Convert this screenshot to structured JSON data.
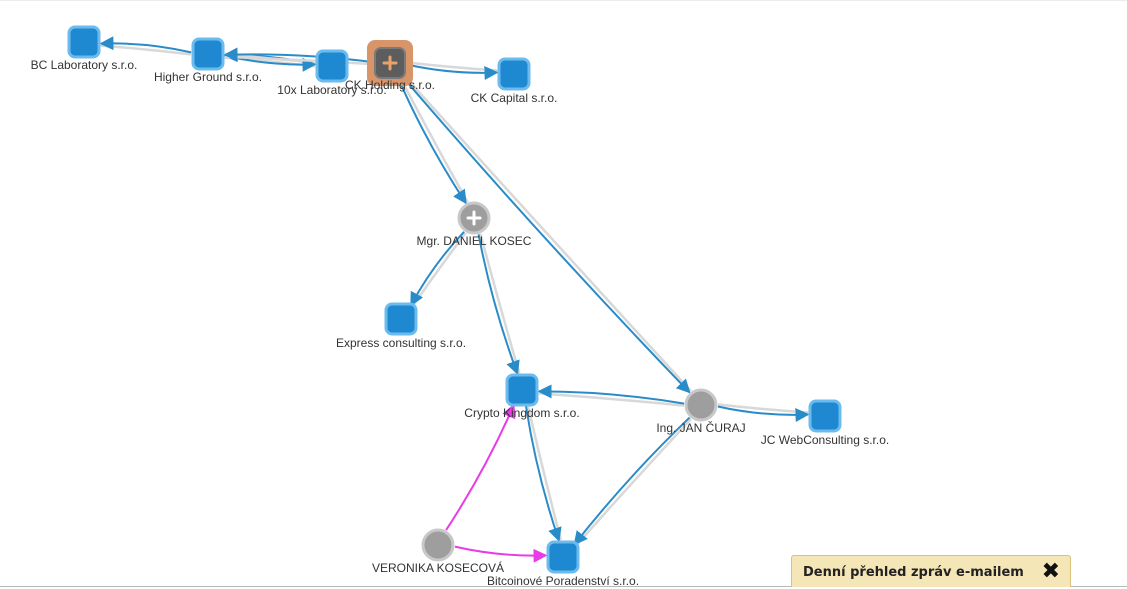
{
  "graph": {
    "colors": {
      "company_fill": "#1e88d0",
      "company_border": "#6cbbee",
      "person_fill": "#9e9e9e",
      "person_border": "#c8c8c8",
      "selected_halo": "#d9956a",
      "selected_fill": "#5d5d5d",
      "plus_color": "#e9a26c",
      "edge_blue": "#2a8bc9",
      "edge_gray": "#d8d8d8",
      "edge_magenta": "#e83ce8"
    },
    "nodes": [
      {
        "id": "bc",
        "type": "company",
        "label": "BC Laboratory s.r.o."
      },
      {
        "id": "hg",
        "type": "company",
        "label": "Higher Ground s.r.o."
      },
      {
        "id": "x10",
        "type": "company",
        "label": "10x Laboratory s.r.o."
      },
      {
        "id": "ckh",
        "type": "company",
        "label": "CK Holding s.r.o.",
        "selected": true,
        "expandable": true
      },
      {
        "id": "ckc",
        "type": "company",
        "label": "CK Capital s.r.o."
      },
      {
        "id": "dk",
        "type": "person",
        "label": "Mgr. DANIEL KOSEC",
        "expandable": true
      },
      {
        "id": "exp",
        "type": "company",
        "label": "Express consulting s.r.o."
      },
      {
        "id": "crk",
        "type": "company",
        "label": "Crypto Kingdom s.r.o."
      },
      {
        "id": "jc",
        "type": "person",
        "label": "Ing. JAN ČURAJ"
      },
      {
        "id": "jcw",
        "type": "company",
        "label": "JC WebConsulting s.r.o."
      },
      {
        "id": "vk",
        "type": "person",
        "label": "VERONIKA KOSECOVÁ"
      },
      {
        "id": "bpo",
        "type": "company",
        "label": "Bitcoinové Poradenství s.r.o."
      }
    ],
    "edges": [
      {
        "from": "hg",
        "to": "bc",
        "kind": "blue"
      },
      {
        "from": "x10",
        "to": "hg",
        "kind": "blue"
      },
      {
        "from": "hg",
        "to": "x10",
        "kind": "blue"
      },
      {
        "from": "ckh",
        "to": "hg",
        "kind": "blue"
      },
      {
        "from": "ckh",
        "to": "ckc",
        "kind": "blue"
      },
      {
        "from": "ckh",
        "to": "dk",
        "kind": "blue"
      },
      {
        "from": "ckh",
        "to": "jc",
        "kind": "blue"
      },
      {
        "from": "dk",
        "to": "exp",
        "kind": "blue"
      },
      {
        "from": "dk",
        "to": "crk",
        "kind": "blue"
      },
      {
        "from": "jc",
        "to": "crk",
        "kind": "blue"
      },
      {
        "from": "jc",
        "to": "jcw",
        "kind": "blue"
      },
      {
        "from": "jc",
        "to": "bpo",
        "kind": "blue"
      },
      {
        "from": "crk",
        "to": "bpo",
        "kind": "blue"
      },
      {
        "from": "vk",
        "to": "crk",
        "kind": "magenta"
      },
      {
        "from": "vk",
        "to": "bpo",
        "kind": "magenta"
      }
    ]
  },
  "notice": {
    "text": "Denní přehled zpráv e-mailem",
    "close_icon": "✖"
  }
}
